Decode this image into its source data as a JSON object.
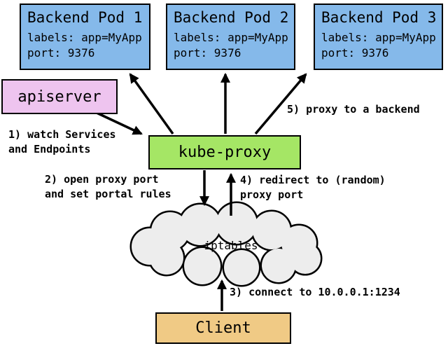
{
  "nodes": {
    "pods": [
      {
        "title": "Backend Pod 1",
        "labels": "labels: app=MyApp",
        "port": "port: 9376"
      },
      {
        "title": "Backend Pod 2",
        "labels": "labels: app=MyApp",
        "port": "port: 9376"
      },
      {
        "title": "Backend Pod 3",
        "labels": "labels: app=MyApp",
        "port": "port: 9376"
      }
    ],
    "apiserver": "apiserver",
    "kube_proxy": "kube-proxy",
    "iptables": "iptables",
    "client": "Client"
  },
  "steps": {
    "s1": "1) watch Services\nand Endpoints",
    "s2": "2) open proxy port\nand set portal rules",
    "s3": "3) connect to 10.0.0.1:1234",
    "s4": "4) redirect to (random)\nproxy port",
    "s5": "5) proxy to a backend"
  },
  "colors": {
    "pod_fill": "#85b9ea",
    "apiserver_fill": "#eec4ef",
    "kube_proxy_fill": "#a5e665",
    "client_fill": "#f0ca85",
    "cloud_fill": "#ededed",
    "line": "#000000"
  }
}
